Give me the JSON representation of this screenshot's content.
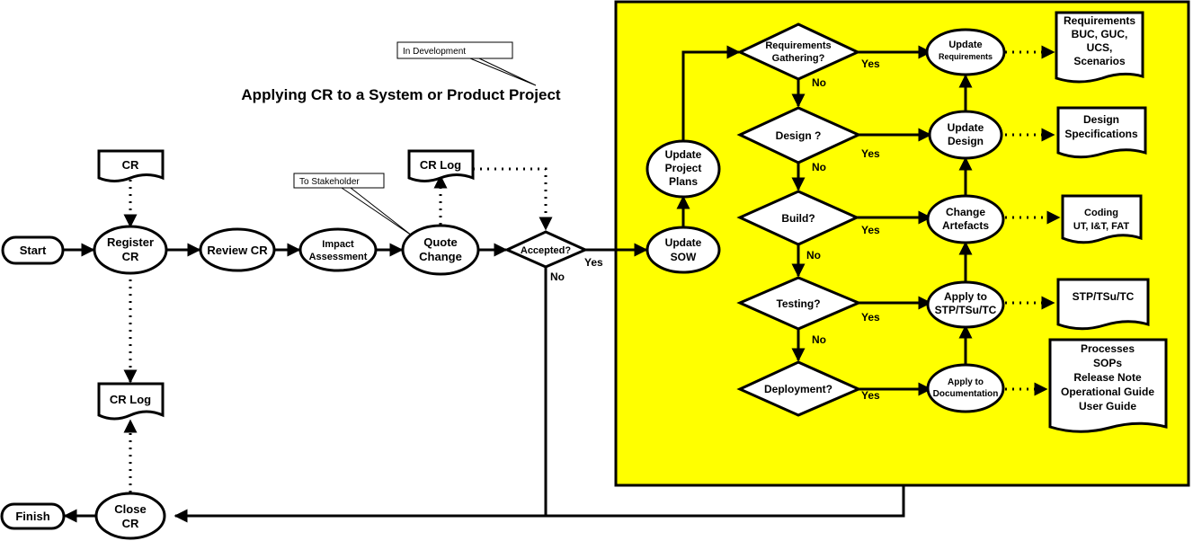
{
  "title": "Applying CR to a System or Product Project",
  "callouts": {
    "in_development": "In Development",
    "to_stakeholder": "To Stakeholder"
  },
  "main_flow": {
    "start": "Start",
    "register_cr": [
      "Register",
      "CR"
    ],
    "review_cr": "Review CR",
    "impact_assessment": [
      "Impact",
      "Assessment"
    ],
    "quote_change": [
      "Quote",
      "Change"
    ],
    "accepted": "Accepted?",
    "close_cr": [
      "Close",
      "CR"
    ],
    "finish": "Finish"
  },
  "documents": {
    "cr_top": "CR",
    "cr_log_mid": "CR Log",
    "cr_log_left": "CR Log"
  },
  "branch_labels": {
    "yes": "Yes",
    "no": "No"
  },
  "project": {
    "update_sow": [
      "Update",
      "SOW"
    ],
    "update_project_plans": [
      "Update",
      "Project",
      "Plans"
    ],
    "decisions": {
      "requirements": [
        "Requirements",
        "Gathering?"
      ],
      "design": "Design ?",
      "build": "Build?",
      "testing": "Testing?",
      "deployment": "Deployment?"
    },
    "actions": {
      "update_requirements": [
        "Update",
        "Requirements"
      ],
      "update_design": [
        "Update",
        "Design"
      ],
      "change_artefacts": [
        "Change",
        "Artefacts"
      ],
      "apply_stp": [
        "Apply to",
        "STP/TSu/TC"
      ],
      "apply_documentation": [
        "Apply to",
        "Documentation"
      ]
    },
    "outputs": {
      "requirements": [
        "Requirements",
        "BUC, GUC,",
        "UCS,",
        "Scenarios"
      ],
      "design": [
        "Design",
        "Specifications"
      ],
      "coding": [
        "Coding",
        "UT, I&T, FAT"
      ],
      "stp": "STP/TSu/TC",
      "documentation": [
        "Processes",
        "SOPs",
        "Release Note",
        "Operational Guide",
        "User Guide"
      ]
    }
  },
  "colors": {
    "project_area": "#FFFF00",
    "stroke": "#000000",
    "background": "#FFFFFF"
  }
}
